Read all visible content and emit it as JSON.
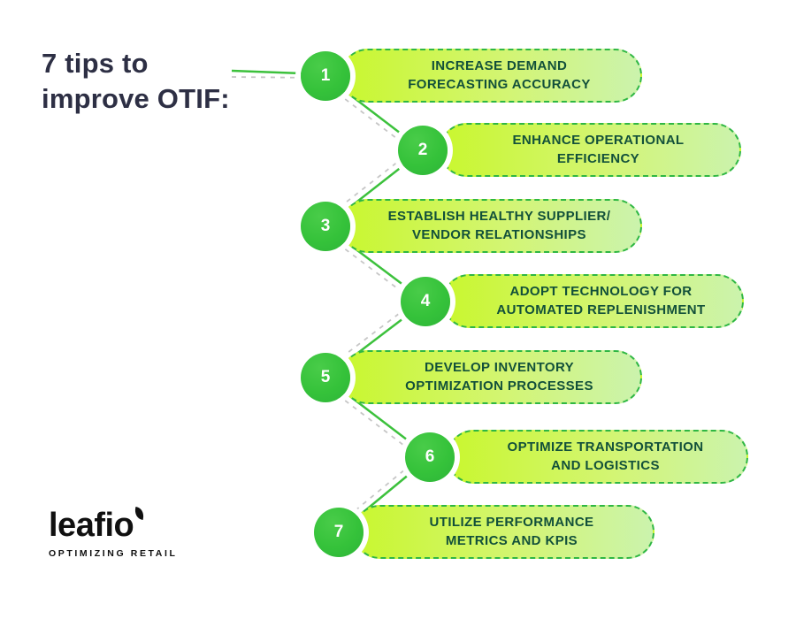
{
  "title": {
    "text": "7 tips to\nimprove OTIF:"
  },
  "tips": [
    {
      "number": "1",
      "label": "INCREASE DEMAND\nFORECASTING ACCURACY"
    },
    {
      "number": "2",
      "label": "ENHANCE OPERATIONAL\nEFFICIENCY"
    },
    {
      "number": "3",
      "label": "ESTABLISH HEALTHY SUPPLIER/\nVENDOR RELATIONSHIPS"
    },
    {
      "number": "4",
      "label": "ADOPT TECHNOLOGY FOR\nAUTOMATED REPLENISHMENT"
    },
    {
      "number": "5",
      "label": "DEVELOP INVENTORY\nOPTIMIZATION PROCESSES"
    },
    {
      "number": "6",
      "label": "OPTIMIZE TRANSPORTATION\nAND LOGISTICS"
    },
    {
      "number": "7",
      "label": "UTILIZE PERFORMANCE\nMETRICS AND KPIS"
    }
  ],
  "logo": {
    "name": "leafio",
    "tagline": "OPTIMIZING RETAIL",
    "leaf_icon": "leaf-mark-icon"
  },
  "colors": {
    "title_text": "#2d2f44",
    "circle_green": "#38c33c",
    "pill_gradient_start": "#c9f72f",
    "pill_gradient_end": "#cbf3ad",
    "pill_dashed_border": "#2fb743",
    "pill_text": "#12503a",
    "connector_solid": "#3cc13c",
    "connector_dashed": "#c6c6c6",
    "logo_text": "#101010",
    "background": "#ffffff"
  }
}
